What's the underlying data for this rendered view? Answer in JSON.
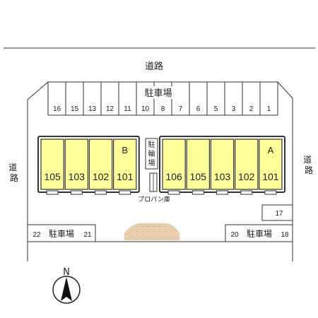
{
  "roads": {
    "top": "道路",
    "left": "道路",
    "right": "道路"
  },
  "top_parking": {
    "title": "駐車場",
    "spaces": [
      "16",
      "15",
      "13",
      "12",
      "11",
      "10",
      "8",
      "7",
      "6",
      "5",
      "3",
      "2",
      "1"
    ]
  },
  "building_b": {
    "name": "B",
    "units": [
      "105",
      "103",
      "102",
      "101"
    ]
  },
  "building_a": {
    "name": "A",
    "units": [
      "106",
      "105",
      "103",
      "102",
      "101"
    ]
  },
  "bike_parking": {
    "chars": [
      "駐",
      "輪",
      "場"
    ]
  },
  "propane": "プロパン庫",
  "bottom_left_parking": {
    "left_no": "22",
    "title": "駐車場",
    "right_no": "21"
  },
  "bottom_right_parking": {
    "left_no": "20",
    "title": "駐車場",
    "right_no": "18"
  },
  "space_17": "17",
  "compass": "N",
  "colors": {
    "unit_fill": "#ffff99",
    "building_border": "#333333",
    "wall_pattern": "#e8c9a0"
  }
}
